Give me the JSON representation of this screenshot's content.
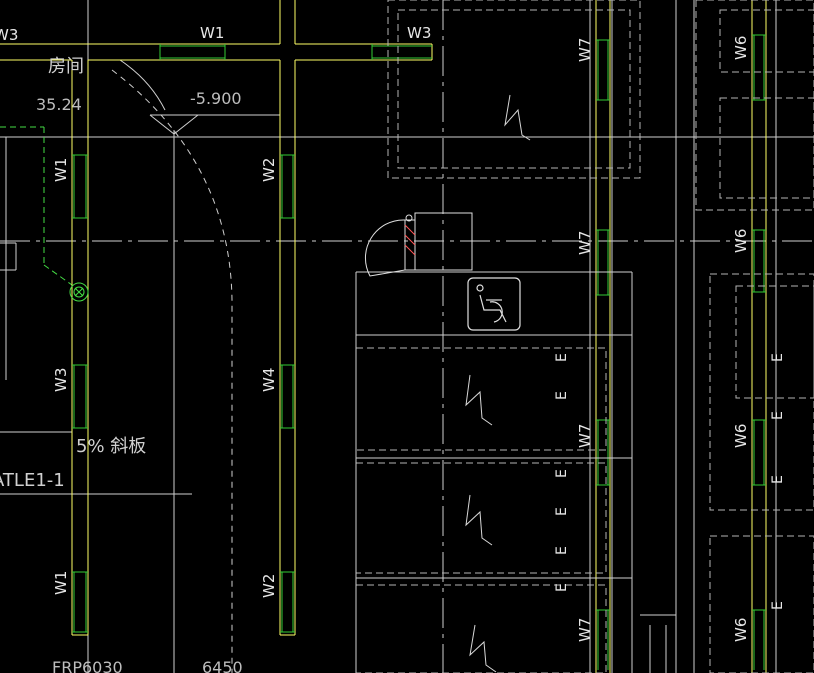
{
  "colors": {
    "background": "#000000",
    "wall": "#ffff66",
    "window": "#33cc33",
    "line": "#cfcfcf",
    "dashed": "#b5b5b5",
    "text": "#e6e6e6"
  },
  "texts": {
    "room": "房间",
    "elev_left": "35.24",
    "elev_main": "-5.900",
    "slope": "5% 斜板",
    "section": "ATLE1-1",
    "bottom_left": "FRP6030",
    "bottom_dim": "6450",
    "ramp_mark": "E"
  },
  "windows": {
    "w1": "W1",
    "w2": "W2",
    "w3": "W3",
    "w4": "W4",
    "w6": "W6",
    "w7": "W7"
  },
  "icons": {
    "accessible": "wheelchair-accessible-icon",
    "lamp": "wall-lamp-symbol",
    "fixture": "circle-cross-fixture-symbol"
  }
}
